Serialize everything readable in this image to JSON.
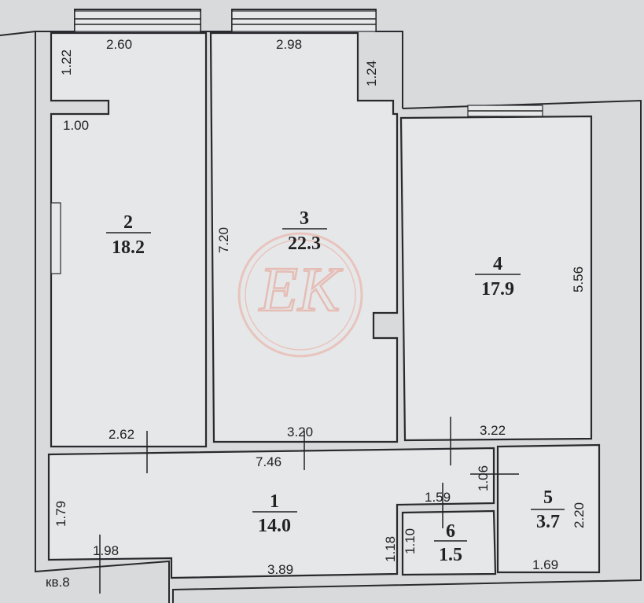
{
  "rooms": [
    {
      "number": "1",
      "area": "14.0"
    },
    {
      "number": "2",
      "area": "18.2"
    },
    {
      "number": "3",
      "area": "22.3"
    },
    {
      "number": "4",
      "area": "17.9"
    },
    {
      "number": "5",
      "area": "3.7"
    },
    {
      "number": "6",
      "area": "1.5"
    }
  ],
  "dimensions": {
    "r2_top": "2.60",
    "r2_bay": "1.22",
    "r2_notch": "1.00",
    "r2_bottom": "2.62",
    "r3_top": "2.98",
    "r3_bay": "1.24",
    "r3_height": "7.20",
    "r3_bottom": "3.20",
    "r4_height": "5.56",
    "r4_bottom": "3.22",
    "r1_length": "7.46",
    "r1_left": "1.79",
    "r1_entry": "1.98",
    "r1_bottom": "3.89",
    "r1_step": "1.18",
    "corridor": "1.06",
    "r6_top": "1.59",
    "r6_height": "1.10",
    "r5_height": "2.20",
    "r5_bottom": "1.69"
  },
  "neighbor_label": "кв.8",
  "watermark": "EK",
  "colors": {
    "background": "#d9dadc",
    "lines": "#2a2a2e",
    "watermark": "#e5bdb5"
  }
}
